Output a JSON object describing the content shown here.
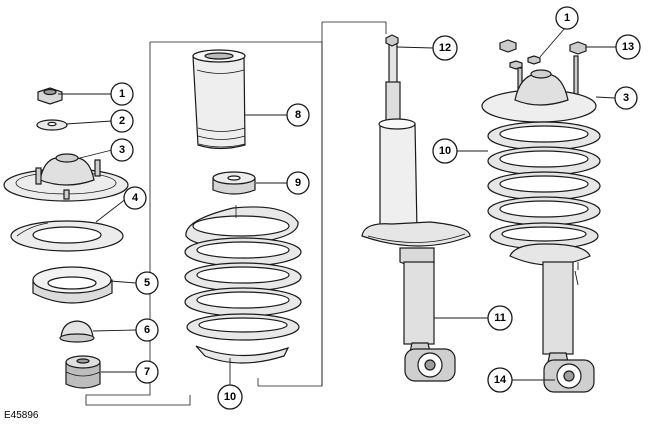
{
  "figure": {
    "code": "E45896",
    "colors": {
      "line": "#1a1a1a",
      "fill_light": "#f2f2f2",
      "fill_mid": "#d9d9d9",
      "fill_dark": "#9e9e9e",
      "background": "#ffffff"
    }
  },
  "callouts": [
    {
      "id": "c1a",
      "label": "1"
    },
    {
      "id": "c2",
      "label": "2"
    },
    {
      "id": "c3a",
      "label": "3"
    },
    {
      "id": "c4",
      "label": "4"
    },
    {
      "id": "c5",
      "label": "5"
    },
    {
      "id": "c6",
      "label": "6"
    },
    {
      "id": "c7",
      "label": "7"
    },
    {
      "id": "c8",
      "label": "8"
    },
    {
      "id": "c9",
      "label": "9"
    },
    {
      "id": "c10a",
      "label": "10"
    },
    {
      "id": "c12",
      "label": "12"
    },
    {
      "id": "c10b",
      "label": "10"
    },
    {
      "id": "c11",
      "label": "11"
    },
    {
      "id": "c14",
      "label": "14"
    },
    {
      "id": "c1b",
      "label": "1"
    },
    {
      "id": "c13",
      "label": "13"
    },
    {
      "id": "c3b",
      "label": "3"
    }
  ]
}
